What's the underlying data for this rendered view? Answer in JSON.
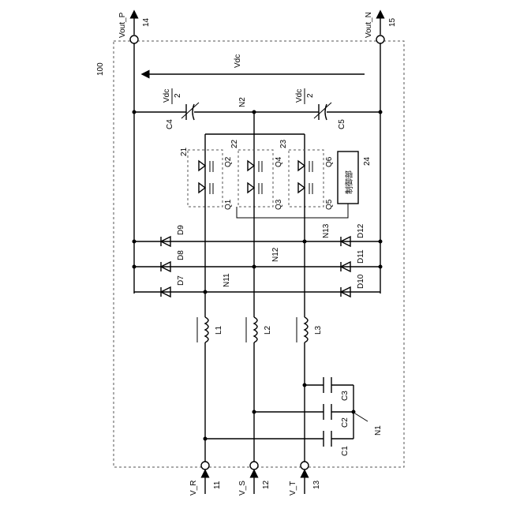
{
  "labels": {
    "system": "100",
    "vout_p": "Vout_P",
    "vout_n": "Vout_N",
    "t14": "14",
    "t15": "15",
    "t11": "11",
    "t12": "12",
    "t13": "13",
    "vr": "V_R",
    "vs": "V_S",
    "vt": "V_T",
    "vdc": "Vdc",
    "vdc_half_num": "Vdc",
    "vdc_half_den": "2",
    "n1": "N1",
    "n2": "N2",
    "n11": "N11",
    "n12": "N12",
    "n13": "N13",
    "c1": "C1",
    "c2": "C2",
    "c3": "C3",
    "c4": "C4",
    "c5": "C5",
    "l1": "L1",
    "l2": "L2",
    "l3": "L3",
    "d7": "D7",
    "d8": "D8",
    "d9": "D9",
    "d10": "D10",
    "d11": "D11",
    "d12": "D12",
    "q1": "Q1",
    "q2": "Q2",
    "q3": "Q3",
    "q4": "Q4",
    "q5": "Q5",
    "q6": "Q6",
    "m21": "21",
    "m22": "22",
    "m23": "23",
    "m24": "24",
    "controller": "制御部"
  }
}
